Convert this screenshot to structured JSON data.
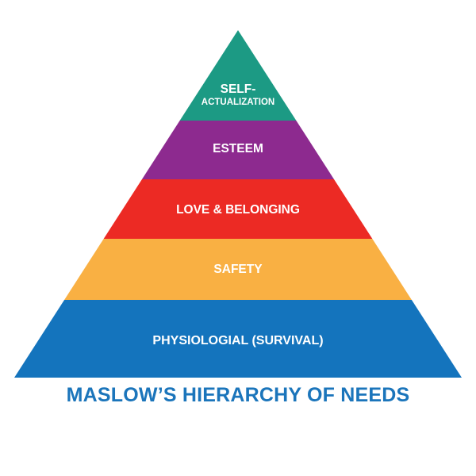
{
  "title": "MASLOW’S HIERARCHY OF NEEDS",
  "tiers": [
    {
      "lines": [
        "SELF-",
        "ACTUALIZATION"
      ],
      "color": "#1c9a84"
    },
    {
      "lines": [
        "ESTEEM"
      ],
      "color": "#8d2a8f"
    },
    {
      "lines": [
        "LOVE & BELONGING"
      ],
      "color": "#ec2a24"
    },
    {
      "lines": [
        "SAFETY"
      ],
      "color": "#f9b043"
    },
    {
      "lines": [
        "PHYSIOLOGIAL (SURVIVAL)"
      ],
      "color": "#1474bd"
    }
  ],
  "colors": {
    "title": "#1b75bb",
    "label_text": "#ffffff",
    "background": "#ffffff"
  }
}
